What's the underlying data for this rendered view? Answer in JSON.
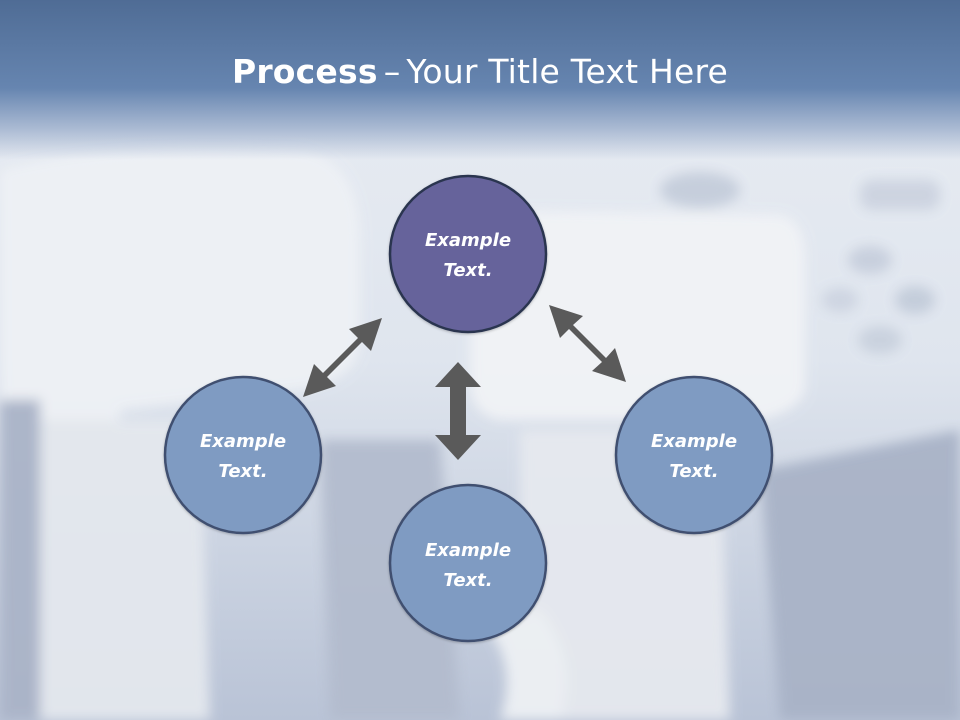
{
  "slide": {
    "title_bold": "Process",
    "title_dash": "–",
    "title_rest": "Your Title Text Here"
  },
  "nodes": [
    {
      "id": "top",
      "line1": "Example",
      "line2": "Text.",
      "fill": "#66639b"
    },
    {
      "id": "left",
      "line1": "Example",
      "line2": "Text.",
      "fill": "#7f9bc2"
    },
    {
      "id": "right",
      "line1": "Example",
      "line2": "Text.",
      "fill": "#7f9bc2"
    },
    {
      "id": "bottom",
      "line1": "Example",
      "line2": "Text.",
      "fill": "#7f9bc2"
    }
  ],
  "colors": {
    "header": "#5b78a3",
    "node_stroke": "#2a3450",
    "arrow": "#5a5a5a"
  },
  "arrows": [
    {
      "from": "top",
      "to": "left",
      "icon": "double-arrow-icon"
    },
    {
      "from": "top",
      "to": "bottom",
      "icon": "double-arrow-icon"
    },
    {
      "from": "top",
      "to": "right",
      "icon": "double-arrow-icon"
    }
  ]
}
